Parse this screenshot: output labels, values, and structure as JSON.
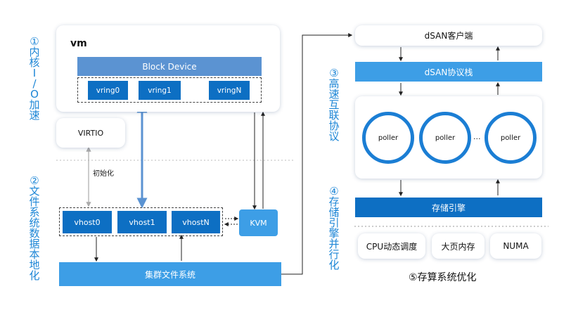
{
  "labels": {
    "l1": [
      "①",
      "内",
      "核",
      "I",
      "/",
      "O",
      "加",
      "速"
    ],
    "l2": [
      "②",
      "文",
      "件",
      "系",
      "统",
      "数",
      "据",
      "本",
      "地",
      "化"
    ],
    "l3": [
      "③",
      "高",
      "速",
      "互",
      "联",
      "协",
      "议"
    ],
    "l4": [
      "④",
      "存",
      "储",
      "引",
      "擎",
      "并",
      "行",
      "化"
    ],
    "l5": "⑤存算系统优化"
  },
  "left": {
    "vm": "vm",
    "block_device": "Block Device",
    "vrings": [
      "vring0",
      "vring1",
      "vringN"
    ],
    "virtio": "VIRTIO",
    "init": "初始化",
    "vhosts": [
      "vhost0",
      "vhost1",
      "vhostN"
    ],
    "kvm": "KVM",
    "cluster_fs": "集群文件系统"
  },
  "right": {
    "dsan_client": "dSAN客户端",
    "dsan_protocol": "dSAN协议栈",
    "pollers": [
      "poller",
      "poller",
      "poller"
    ],
    "ellipsis": "...",
    "storage_engine": "存储引擎",
    "opt": [
      "CPU动态调度",
      "大页内存",
      "NUMA"
    ]
  },
  "colors": {
    "dark_blue": "#0d6fc3",
    "mid_blue": "#3d9ee6",
    "block_device": "#5b93d2",
    "label_blue": "#1d86d6"
  }
}
